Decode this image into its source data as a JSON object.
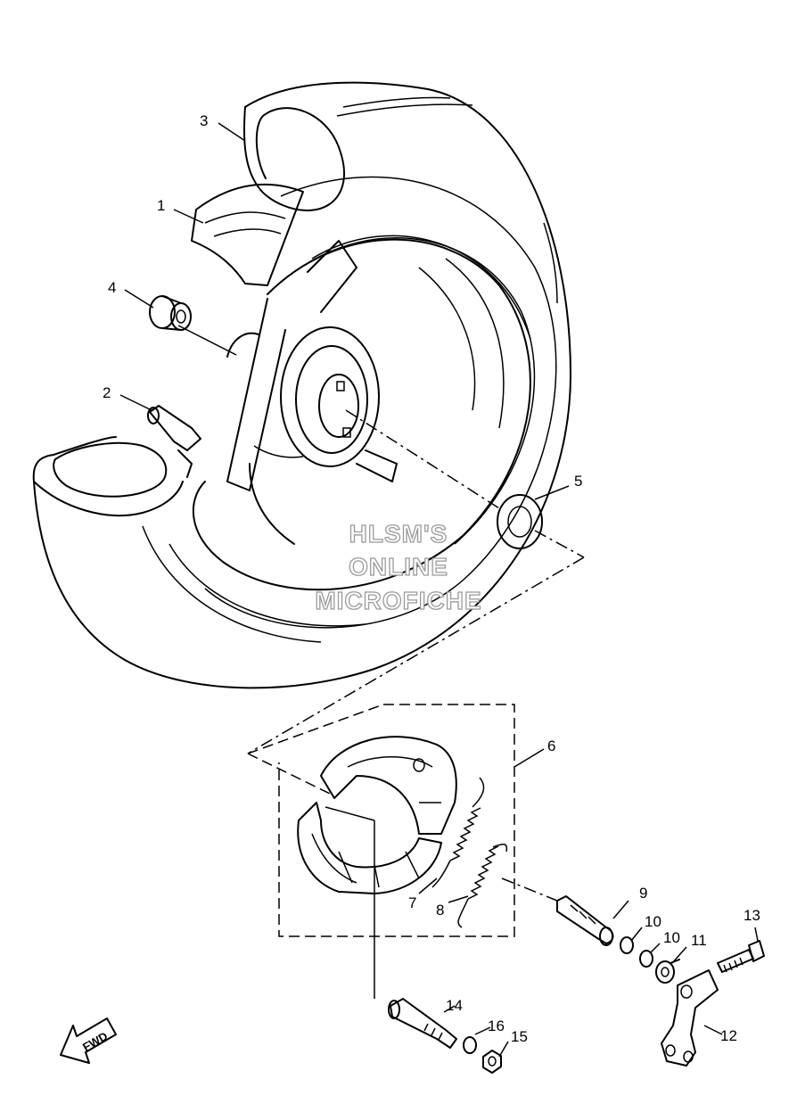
{
  "callouts": [
    {
      "id": "c1",
      "label": "1"
    },
    {
      "id": "c2",
      "label": "2"
    },
    {
      "id": "c3",
      "label": "3"
    },
    {
      "id": "c4",
      "label": "4"
    },
    {
      "id": "c5",
      "label": "5"
    },
    {
      "id": "c6",
      "label": "6"
    },
    {
      "id": "c7",
      "label": "7"
    },
    {
      "id": "c8",
      "label": "8"
    },
    {
      "id": "c9",
      "label": "9"
    },
    {
      "id": "c10a",
      "label": "10"
    },
    {
      "id": "c10b",
      "label": "10"
    },
    {
      "id": "c11",
      "label": "11"
    },
    {
      "id": "c12",
      "label": "12"
    },
    {
      "id": "c13",
      "label": "13"
    },
    {
      "id": "c14",
      "label": "14"
    },
    {
      "id": "c15",
      "label": "15"
    },
    {
      "id": "c16",
      "label": "16"
    }
  ],
  "watermark": {
    "line1": "HLSM'S",
    "line2": "ONLINE",
    "line3": "MICROFICHE",
    "color": "#9a9a9a"
  },
  "direction_arrow": {
    "label": "FWD"
  }
}
